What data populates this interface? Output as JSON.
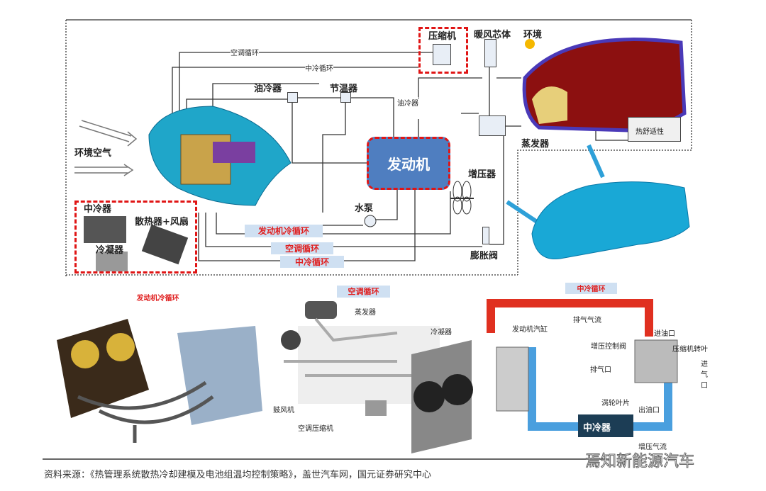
{
  "top": {
    "loop_ac": "空调循环",
    "loop_ic": "中冷循环",
    "compressor": "压缩机",
    "heater_core": "暖风芯体",
    "environment": "环境",
    "oil_cooler": "油冷器",
    "thermostat": "节温器",
    "oil_cooler_small": "油冷器",
    "engine": "发动机",
    "ambient_air": "环境空气",
    "turbo": "增压器",
    "evaporator": "蒸发器",
    "thermal_comfort": "热舒适性",
    "water_pump": "水泵",
    "expansion_valve": "膨胀阀",
    "intercooler": "中冷器",
    "radiator_fan": "散热器+风扇",
    "condenser": "冷凝器",
    "legend": [
      "发动机冷循环",
      "空调循环",
      "中冷循环"
    ]
  },
  "bottom": {
    "engine_loop": {
      "title": "发动机冷循环"
    },
    "ac_loop": {
      "title": "空调循环",
      "evaporator": "蒸发器",
      "condenser": "冷凝器",
      "blower": "鼓风机",
      "ac_compressor": "空调压缩机"
    },
    "ic_loop": {
      "title": "中冷循环",
      "exhaust_flow": "排气气流",
      "cylinder": "发动机汽缸",
      "oil_in": "进油口",
      "boost_valve": "增压控制阀",
      "compressor_wheel": "压缩机转叶",
      "exhaust_port": "排气口",
      "intake": "进气口",
      "turbine_blade": "涡轮叶片",
      "oil_out": "出油口",
      "intercooler": "中冷器",
      "boost_flow": "增压气流"
    }
  },
  "source": "资料来源：《热管理系统散热冷却建模及电池组温均控制策略》，盖世汽车网，国元证券研究中心",
  "watermark": "焉知新能源汽车"
}
